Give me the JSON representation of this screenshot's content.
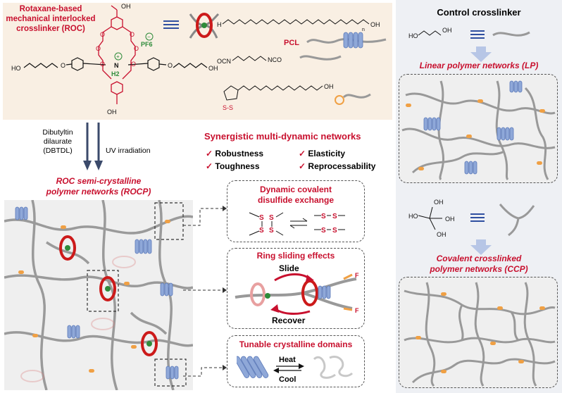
{
  "roc": {
    "title_lines": [
      "Rotaxane-based",
      "mechanical interlocked",
      "crosslinker (ROC)"
    ],
    "counterion": "PF6",
    "ammonium": "N",
    "ammonium_h": "H2",
    "ho_left": "HO",
    "oh_right": "OH",
    "top_oh": "OH",
    "bottom_oh": "OH"
  },
  "reagents": {
    "pcl_label": "PCL",
    "pcl_h": "H",
    "pcl_oh": "OH",
    "pcl_n": "n",
    "diisocyanate_left": "OCN",
    "diisocyanate_right": "NCO",
    "disulfide_oh": "OH",
    "disulfide_ss": "S-S"
  },
  "control": {
    "title": "Control crosslinker",
    "diol_ho": "HO",
    "diol_oh": "OH",
    "lp_label": "Linear polymer networks (LP)",
    "triol_oh_top": "OH",
    "triol_oh_left": "HO",
    "triol_oh_right": "OH",
    "triol_oh_bottom": "OH",
    "ccp_label_lines": [
      "Covalent crosslinked",
      "polymer networks (CCP)"
    ]
  },
  "process": {
    "catalyst_lines": [
      "Dibutyltin",
      "dilaurate",
      "(DBTDL)"
    ],
    "uv": "UV irradiation",
    "rocp_label_lines": [
      "ROC semi-crystalline",
      "polymer networks (ROCP)"
    ]
  },
  "properties": {
    "title": "Synergistic multi-dynamic networks",
    "items": [
      "Robustness",
      "Elasticity",
      "Toughness",
      "Reprocessability"
    ],
    "check": "✓"
  },
  "mechanisms": {
    "disulfide_title_lines": [
      "Dynamic covalent",
      "disulfide exchange"
    ],
    "s": "S",
    "sliding_title": "Ring sliding effects",
    "slide": "Slide",
    "recover": "Recover",
    "force": "F",
    "crystal_title": "Tunable crystalline domains",
    "heat": "Heat",
    "cool": "Cool"
  },
  "colors": {
    "red": "#c8102e",
    "blue_domain": "#8fa8d8",
    "orange_link": "#f0a044",
    "ring_red": "#cc1a1a",
    "green_axle": "#2e8b3a",
    "panel_beige": "#f9efe3",
    "panel_grey": "#eef0f4"
  }
}
